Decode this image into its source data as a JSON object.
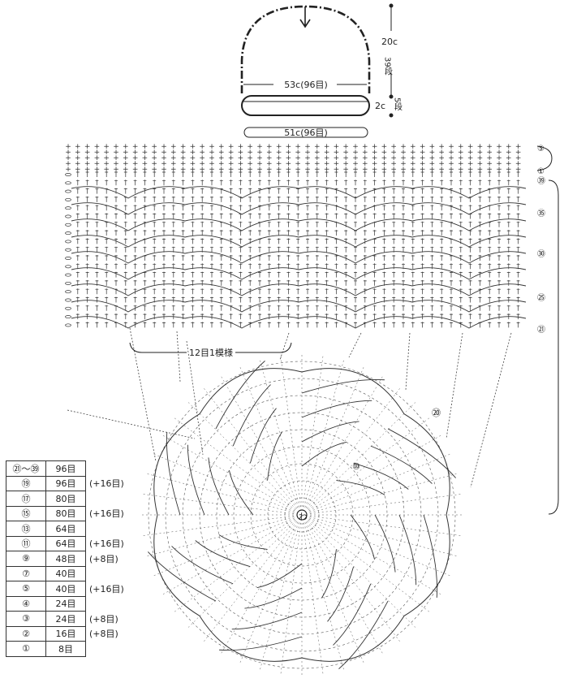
{
  "hat_outline": {
    "height_label": "20c",
    "height_rows": "39段",
    "brim_label": "2c",
    "brim_rows": "5段",
    "top_width": "53c(96目)",
    "bottom_width": "51c(96目)"
  },
  "chart_labels": {
    "pattern_repeat": "12目1模様",
    "round_marks": [
      "⑤",
      "①",
      "㊴",
      "㉟",
      "㉚",
      "㉕",
      "㉑"
    ],
    "crown_marks": [
      "⑳",
      "⑩",
      "わ"
    ]
  },
  "stitch_table": [
    {
      "round": "㉑～㊴",
      "count": "96目",
      "note": ""
    },
    {
      "round": "⑲",
      "count": "96目",
      "note": "(+16目)"
    },
    {
      "round": "⑰",
      "count": "80目",
      "note": ""
    },
    {
      "round": "⑮",
      "count": "80目",
      "note": "(+16目)"
    },
    {
      "round": "⑬",
      "count": "64目",
      "note": ""
    },
    {
      "round": "⑪",
      "count": "64目",
      "note": "(+16目)"
    },
    {
      "round": "⑨",
      "count": "48目",
      "note": "(+8目)"
    },
    {
      "round": "⑦",
      "count": "40目",
      "note": ""
    },
    {
      "round": "⑤",
      "count": "40目",
      "note": "(+16目)"
    },
    {
      "round": "④",
      "count": "24目",
      "note": ""
    },
    {
      "round": "③",
      "count": "24目",
      "note": "(+8目)"
    },
    {
      "round": "②",
      "count": "16目",
      "note": "(+8目)"
    },
    {
      "round": "①",
      "count": "8目",
      "note": ""
    }
  ]
}
